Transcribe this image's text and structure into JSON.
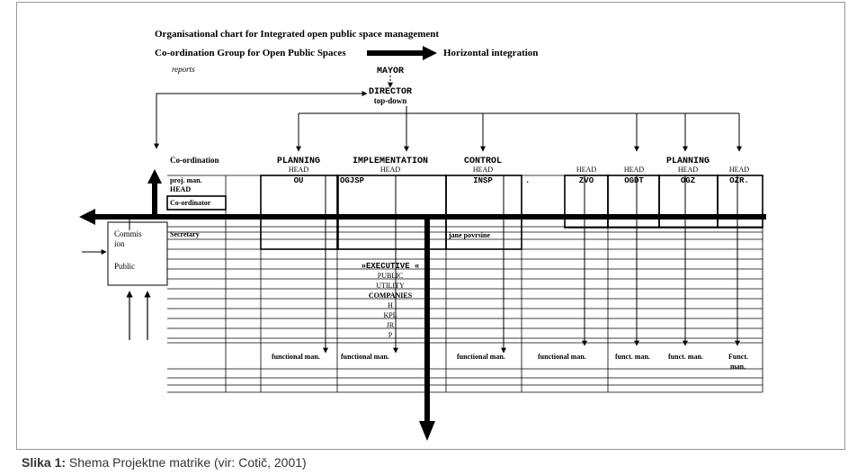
{
  "header": {
    "title": "Organisational chart for Integrated open public space management",
    "group": "Co-ordination Group for Open Public Spaces",
    "integration": "Horizontal integration",
    "reports": "reports"
  },
  "top": {
    "mayor": "MAYOR",
    "director": "DIRECTOR",
    "topdown": "top-down"
  },
  "left": {
    "coordination": "Co-ordination",
    "projman": "proj. man.",
    "head": "HEAD",
    "coordinator": "Co-ordinator",
    "secretary": "Secretary",
    "commision_line1": "Commis",
    "commision_line2": "ion",
    "public": "Public"
  },
  "departments": {
    "planning": "PLANNING",
    "implementation": "IMPLEMENTATION",
    "control": "CONTROL",
    "planning2": "PLANNING",
    "head": "HEAD",
    "ou": "OU",
    "ogjsp": "OGJSP",
    "insp": "INSP",
    "dot": ".",
    "zvo": "ZVO",
    "ogdt": "OGDT",
    "ogz": "OGZ",
    "ozr": "OZR."
  },
  "executive": {
    "jane": "jane povrsine",
    "title": "»EXECUTIVE «",
    "public": "PUBLIC",
    "utility": "UTILITY",
    "companies": "COMPANIES",
    "h": "H",
    "kpl": "KPL",
    "jr": "JR",
    "p": "P"
  },
  "functional": {
    "fm1": "functional man.",
    "fm2": "functional man.",
    "fm3": "functional man.",
    "fm4": "functional man.",
    "funct1": "funct. man.",
    "funct2": "funct. man.",
    "funct3_line1": "Funct.",
    "funct3_line2": "man."
  },
  "caption": {
    "label": "Slika 1:",
    "text": "Shema Projektne matrike (vir: Cotič, 2001)"
  }
}
